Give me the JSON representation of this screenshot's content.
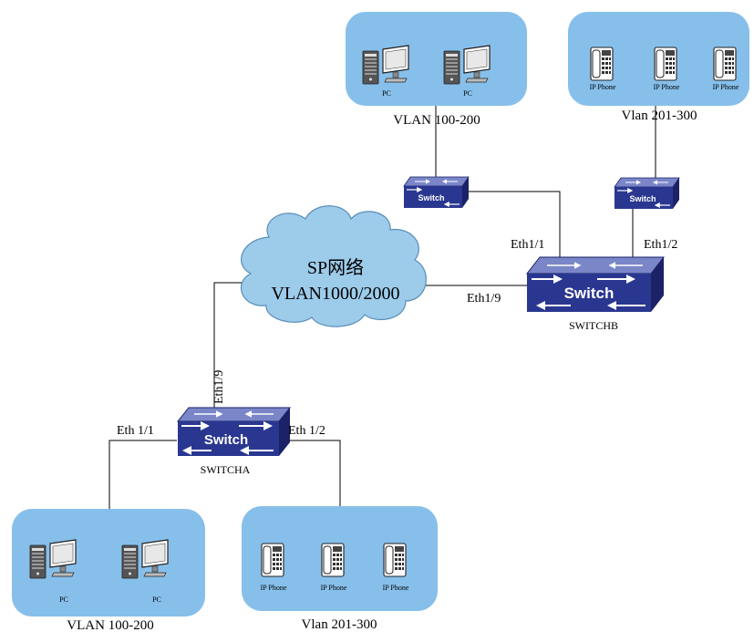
{
  "colors": {
    "group_fill": "#87BFEB",
    "cloud_fill": "#9DCBEA",
    "switch_top": "#7A86C8",
    "switch_front": "#2A3790",
    "switch_side": "#1B2266",
    "line": "#000000"
  },
  "cloud": {
    "line1": "SP网络",
    "line2": "VLAN1000/2000"
  },
  "switches": {
    "switch_a": {
      "brand": "Switch",
      "name": "SWITCHA"
    },
    "switch_b": {
      "brand": "Switch",
      "name": "SWITCHB"
    },
    "switch_b_left": {
      "brand": "Switch"
    },
    "switch_b_right": {
      "brand": "Switch"
    }
  },
  "ports": {
    "a_eth11": "Eth 1/1",
    "a_eth12": "Eth 1/2",
    "a_eth19": "Eth1/9",
    "b_eth11": "Eth1/1",
    "b_eth12": "Eth1/2",
    "b_eth19": "Eth1/9"
  },
  "groups": {
    "top_pc": {
      "label": "VLAN 100-200",
      "devices": [
        "PC",
        "PC"
      ]
    },
    "top_phone": {
      "label": "Vlan 201-300",
      "devices": [
        "IP Phone",
        "IP Phone",
        "IP Phone"
      ]
    },
    "bottom_pc": {
      "label": "VLAN 100-200",
      "devices": [
        "PC",
        "PC"
      ]
    },
    "bottom_phone": {
      "label": "Vlan 201-300",
      "devices": [
        "IP Phone",
        "IP Phone",
        "IP Phone"
      ]
    }
  }
}
